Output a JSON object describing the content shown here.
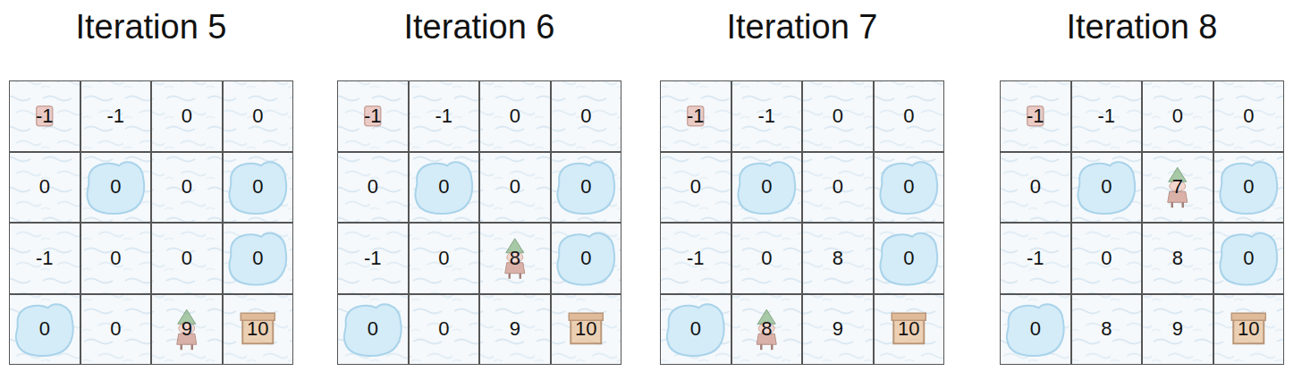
{
  "diagram": {
    "nodes": [
      {
        "text": [
          "Iteration 5"
        ]
      },
      {
        "text": [
          "Iteration 6"
        ]
      },
      {
        "text": [
          "Iteration 7"
        ]
      },
      {
        "text": [
          "Iteration 8"
        ]
      }
    ],
    "labels": [
      "-1",
      "-1",
      "0",
      "0",
      "0",
      "0",
      "0",
      "0",
      "-1",
      "0",
      "0",
      "0",
      "0",
      "0",
      "9",
      "10",
      "-1",
      "-1",
      "0",
      "0",
      "0",
      "0",
      "0",
      "0",
      "-1",
      "0",
      "8",
      "0",
      "0",
      "0",
      "9",
      "10",
      "-1",
      "-1",
      "0",
      "0",
      "0",
      "0",
      "0",
      "0",
      "-1",
      "0",
      "8",
      "0",
      "0",
      "8",
      "9",
      "10",
      "-1",
      "-1",
      "0",
      "0",
      "0",
      "0",
      "7",
      "0",
      "-1",
      "0",
      "8",
      "0",
      "0",
      "8",
      "9",
      "10"
    ]
  }
}
